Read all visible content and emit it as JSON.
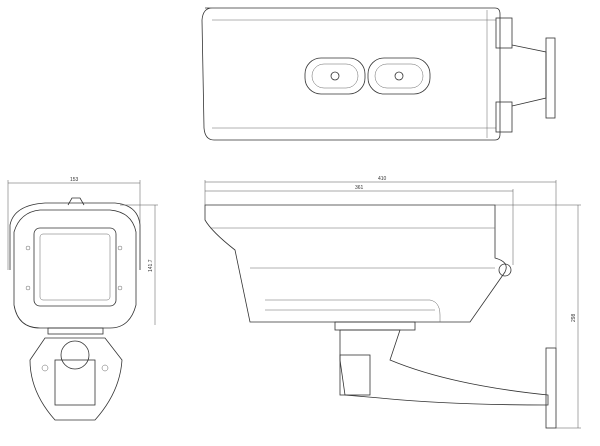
{
  "drawing": {
    "dimensions": {
      "front_width": "153",
      "front_height": "141.7",
      "side_total_length": "410",
      "side_body_length": "361",
      "side_total_height": "298"
    },
    "colors": {
      "line": "#333333",
      "background": "#ffffff"
    }
  }
}
